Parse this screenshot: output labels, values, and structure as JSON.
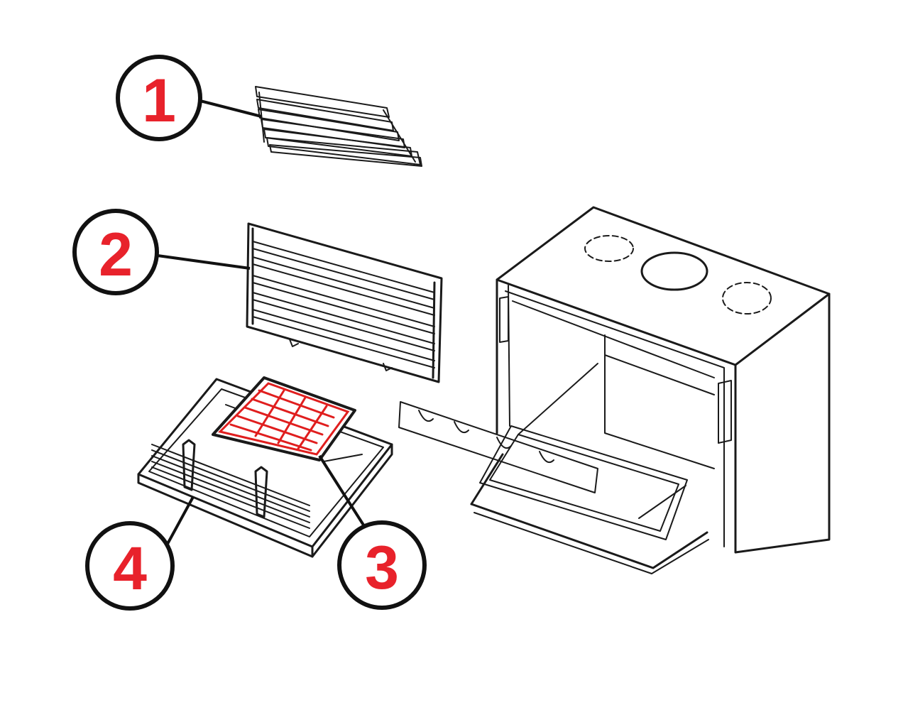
{
  "colors": {
    "callout_number": "#e8222b",
    "line_art": "#1a1a1a",
    "highlight": "#e01e1e"
  },
  "callouts": [
    {
      "label": "1"
    },
    {
      "label": "2"
    },
    {
      "label": "3"
    },
    {
      "label": "4"
    }
  ]
}
